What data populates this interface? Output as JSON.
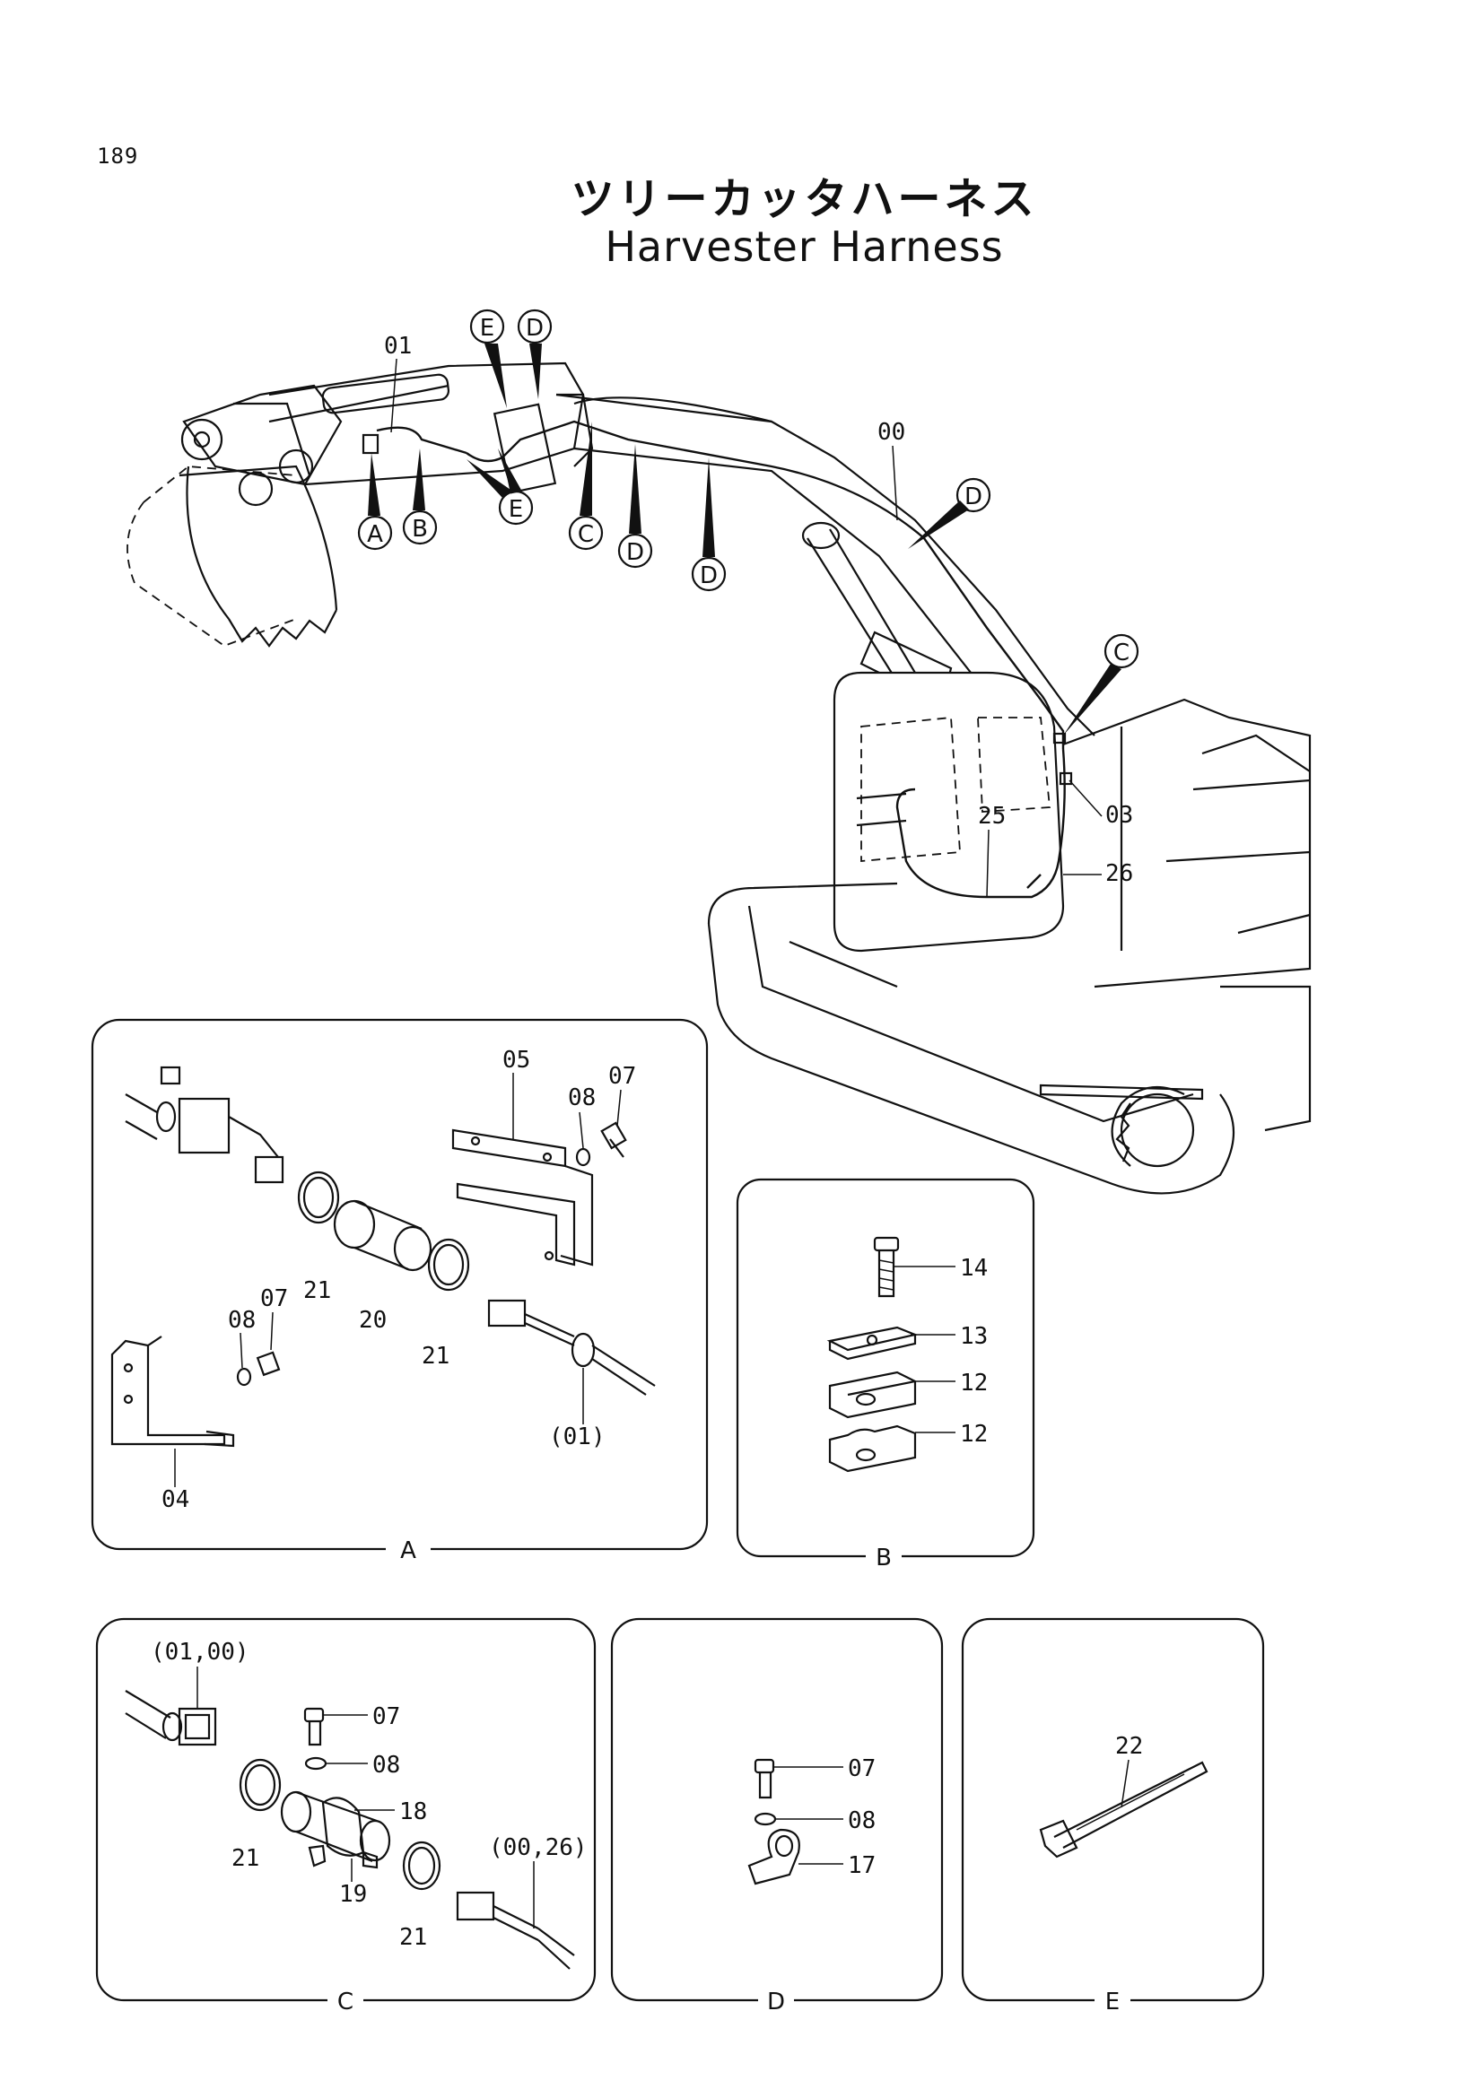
{
  "page_number": "189",
  "title_jp": "ツリーカッタハーネス",
  "title_en": "Harvester Harness",
  "main": {
    "labels": [
      "01",
      "00",
      "03",
      "25",
      "26"
    ],
    "callouts": [
      "E",
      "D",
      "A",
      "B",
      "E",
      "C",
      "D",
      "D",
      "D",
      "C"
    ]
  },
  "panel_a": {
    "caption": "A",
    "labels": [
      "05",
      "08",
      "07",
      "21",
      "20",
      "21",
      "08",
      "07",
      "04",
      "(01)"
    ]
  },
  "panel_b": {
    "caption": "B",
    "labels": [
      "14",
      "13",
      "12",
      "12"
    ]
  },
  "panel_c": {
    "caption": "C",
    "labels": [
      "(01,00)",
      "07",
      "08",
      "18",
      "21",
      "19",
      "21",
      "(00,26)"
    ]
  },
  "panel_d": {
    "caption": "D",
    "labels": [
      "07",
      "08",
      "17"
    ]
  },
  "panel_e": {
    "caption": "E",
    "labels": [
      "22"
    ]
  }
}
